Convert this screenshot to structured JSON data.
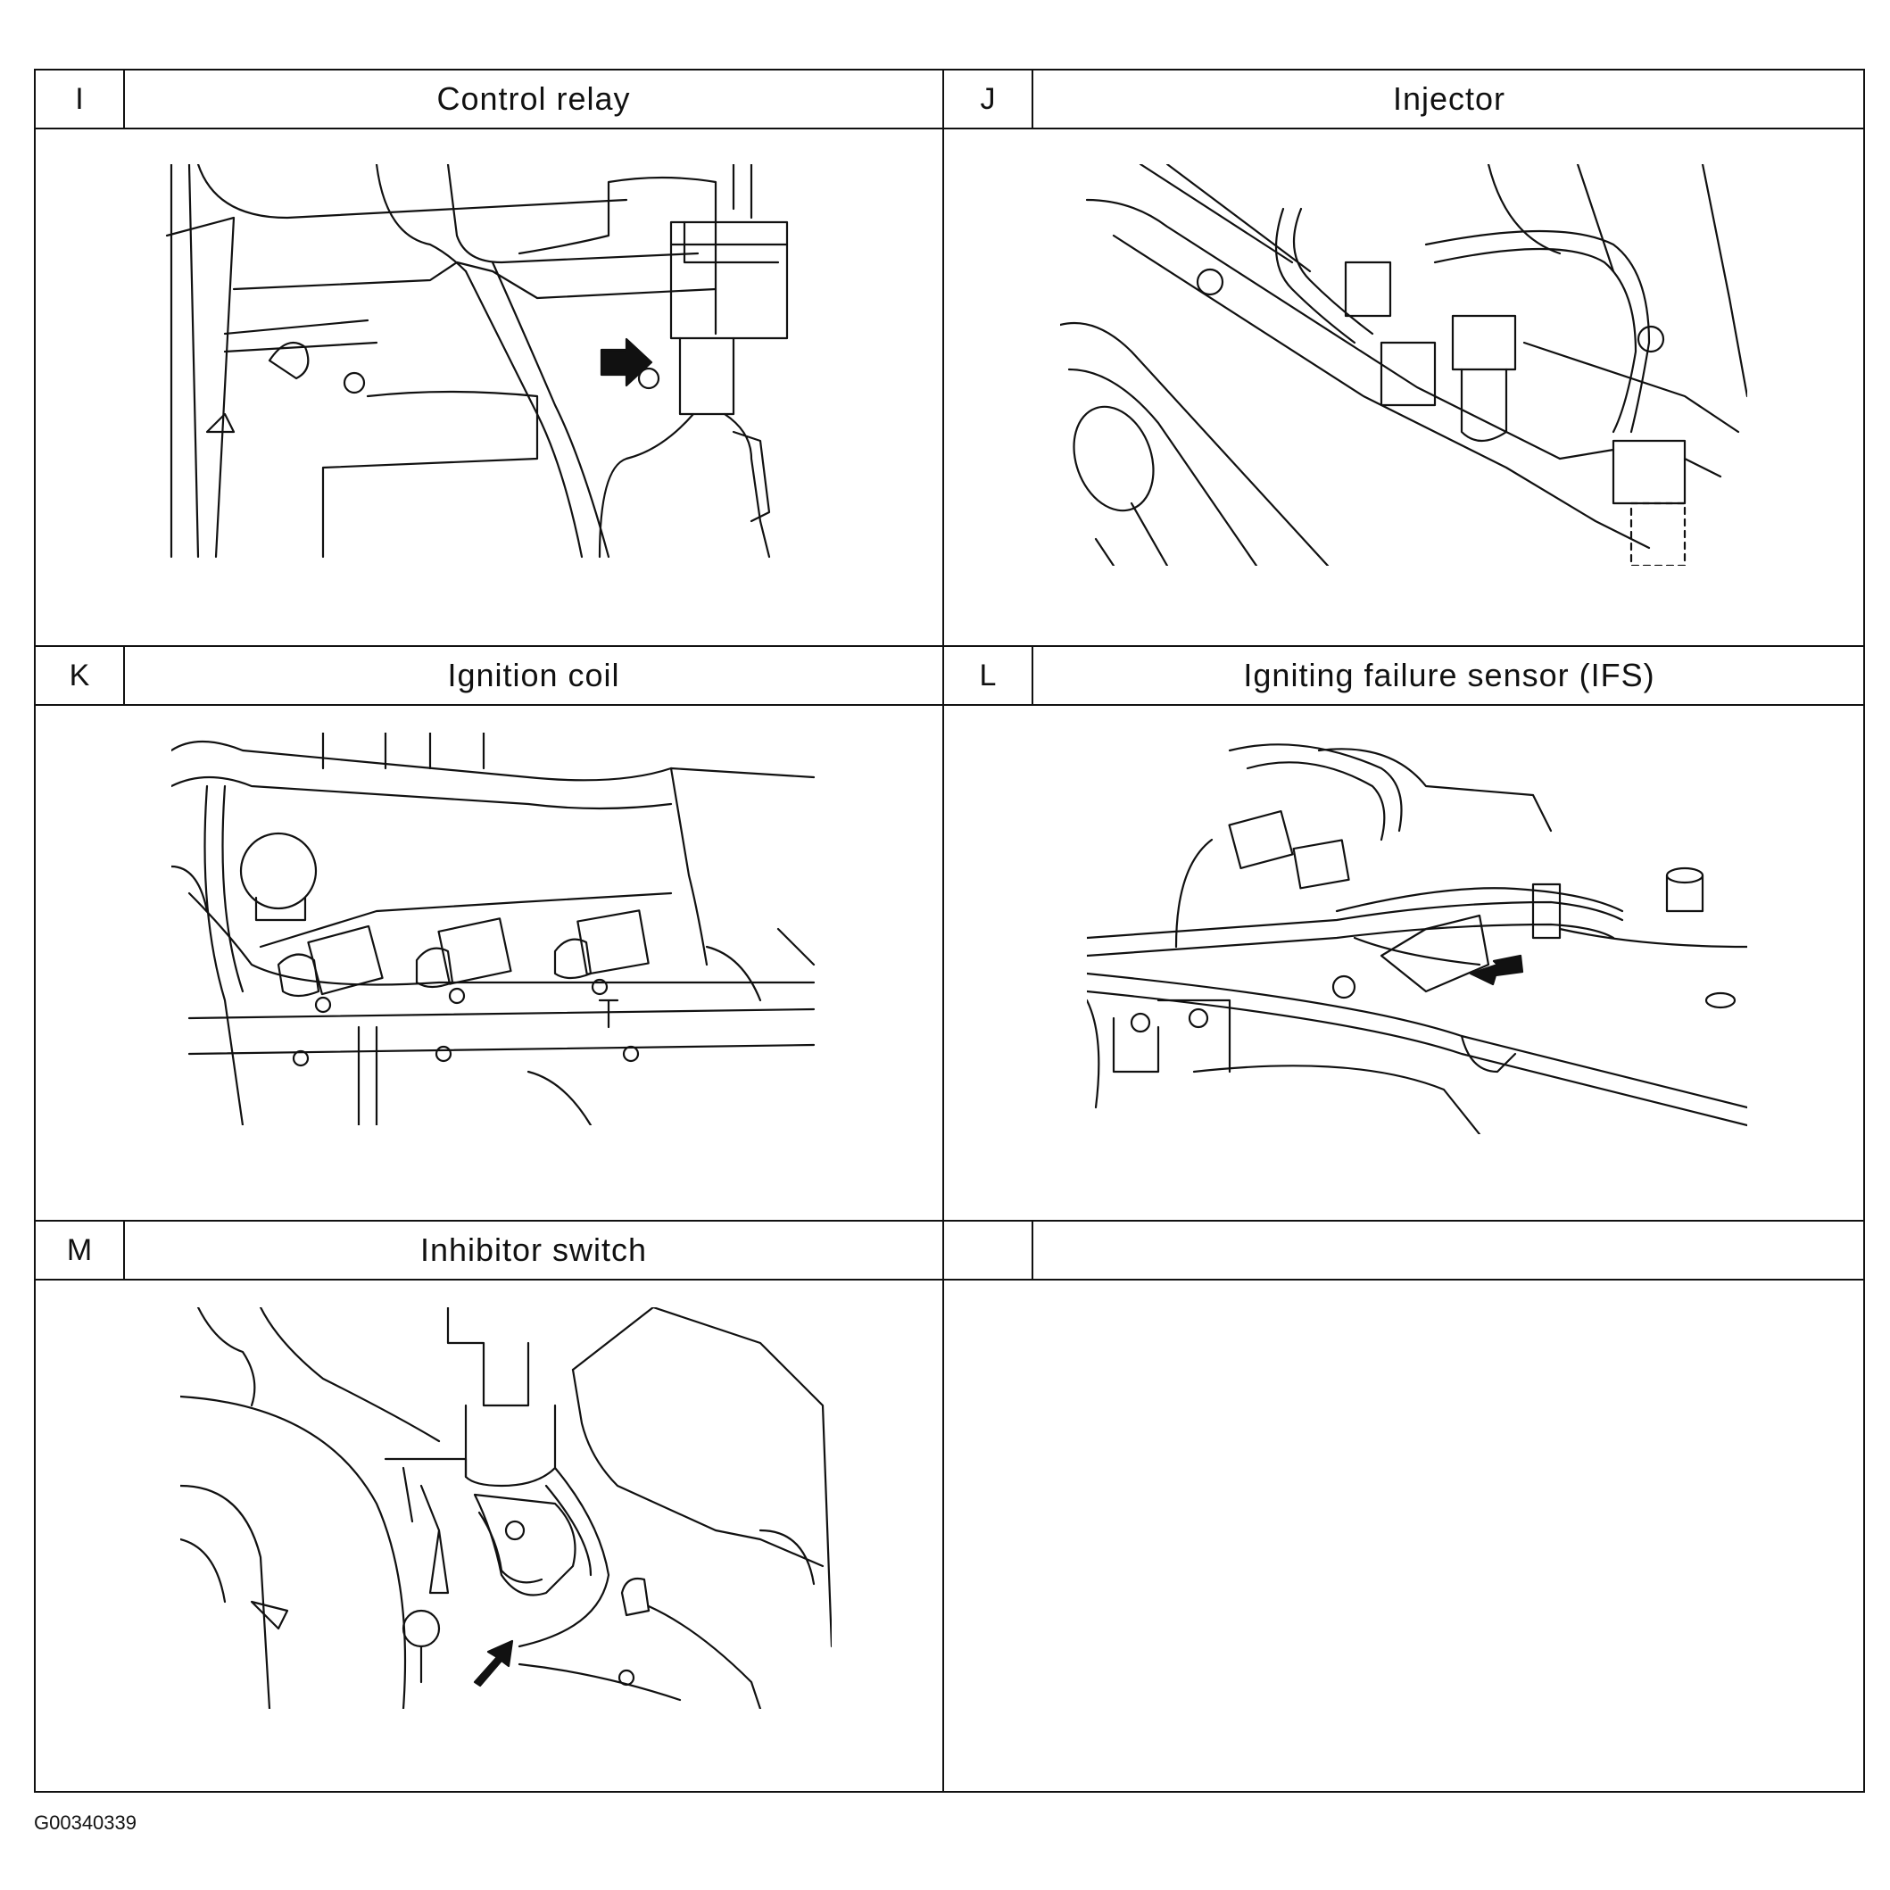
{
  "panels": [
    {
      "letter": "I",
      "title": "Control relay"
    },
    {
      "letter": "J",
      "title": "Injector"
    },
    {
      "letter": "K",
      "title": "Ignition coil"
    },
    {
      "letter": "L",
      "title": "Igniting failure sensor (IFS)"
    },
    {
      "letter": "M",
      "title": "Inhibitor switch"
    },
    {
      "letter": "",
      "title": ""
    }
  ],
  "figure_code": "G00340339",
  "colors": {
    "line": "#111111",
    "background": "#ffffff"
  }
}
